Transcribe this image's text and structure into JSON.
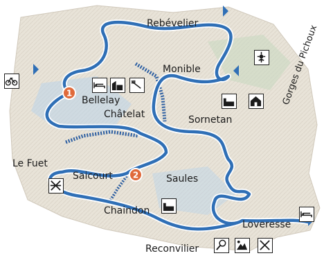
{
  "colors": {
    "route": "#2f6fb6",
    "route_edge": "#ffffff",
    "dashed_path": "#2d5fa2",
    "marker": "#e06a3b",
    "land": "#e8e3d8",
    "relief": "#d4ccc0",
    "water_tint": "#b9d3ea"
  },
  "places": {
    "rebevelier": "Rebévelier",
    "monible": "Monible",
    "bellelay": "Bellelay",
    "chatelat": "Châtelat",
    "sornetan": "Sornetan",
    "le_fuet": "Le Fuet",
    "saicourt": "Saicourt",
    "saules": "Saules",
    "chaindon": "Chaindon",
    "loveresse": "Loveresse",
    "reconvilier": "Reconvilier",
    "gorges": "Gorges du Pichoux"
  },
  "markers": [
    {
      "label": "1"
    },
    {
      "label": "2"
    }
  ],
  "icons": [
    "bicycle-icon",
    "hotel-bed-icon",
    "farm-building-icon",
    "restaurant-icon",
    "factory-icon",
    "house-icon",
    "picnic-icon",
    "search-magnifier-icon",
    "mountain-view-icon",
    "hotel-bed-icon",
    "flower-icon",
    "direction-arrow-icon"
  ]
}
